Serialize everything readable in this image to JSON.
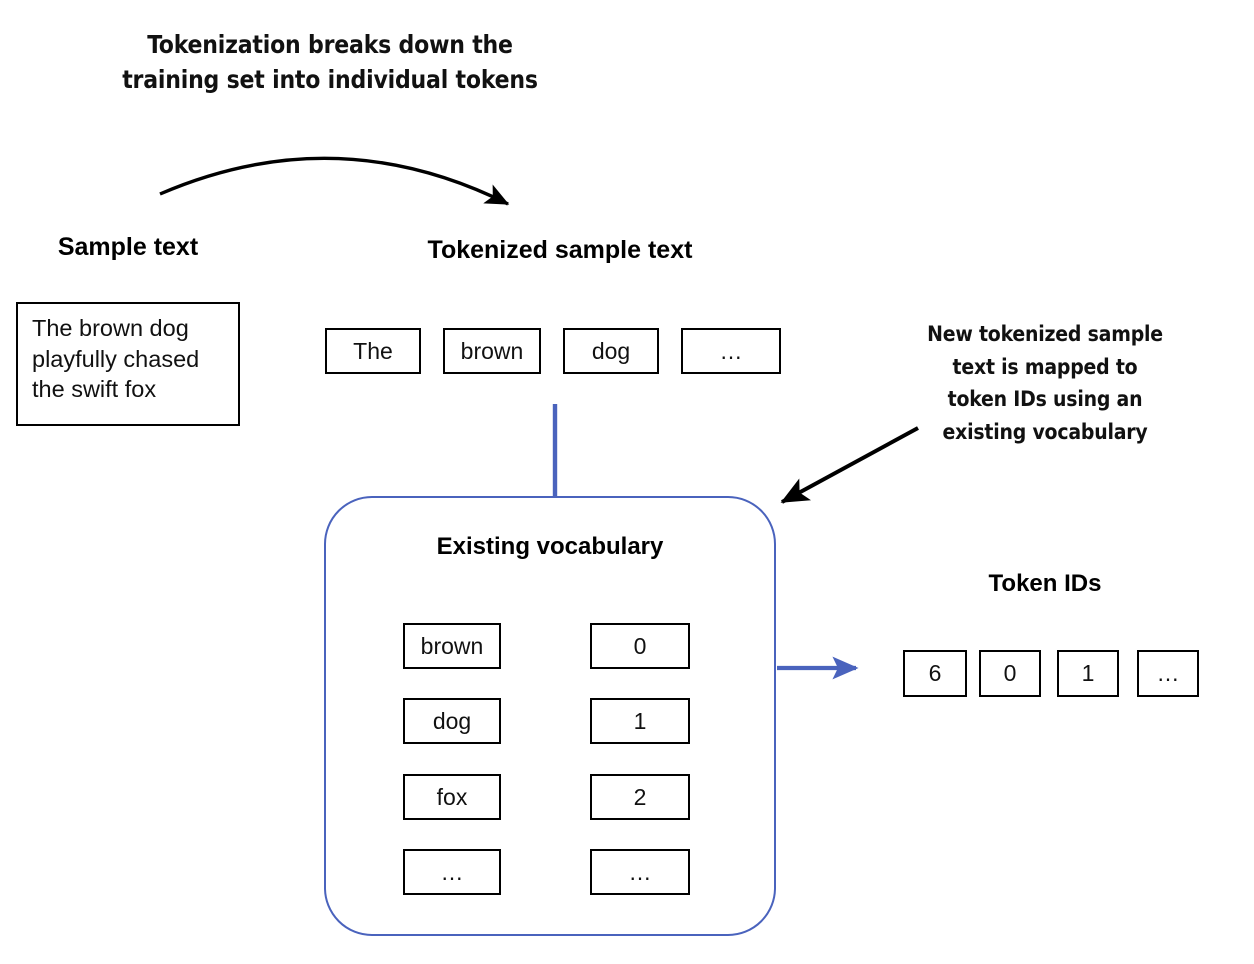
{
  "diagram": {
    "title": "Tokenization breaks down the\ntraining set into individual tokens",
    "right_annotation": "New tokenized sample\ntext is mapped to\ntoken IDs using an\nexisting vocabulary",
    "accent_blue": "#4a63bd",
    "line_black": "#000000"
  },
  "sample": {
    "heading": "Sample text",
    "text": "The brown dog\nplayfully chased\nthe swift fox"
  },
  "tokenized": {
    "heading": "Tokenized sample text",
    "tokens": [
      "The",
      "brown",
      "dog",
      "…"
    ]
  },
  "vocabulary": {
    "heading": "Existing vocabulary",
    "entries": [
      {
        "word": "brown",
        "id": "0"
      },
      {
        "word": "dog",
        "id": "1"
      },
      {
        "word": "fox",
        "id": "2"
      },
      {
        "word": "…",
        "id": "…"
      }
    ]
  },
  "token_ids": {
    "heading": "Token IDs",
    "values": [
      "6",
      "0",
      "1",
      "…"
    ]
  },
  "icons": {
    "curved_arrow": "curved-arrow-icon",
    "diagonal_arrow": "diagonal-arrow-icon",
    "blue_connector": "blue-connector-icon",
    "blue_output_arrow": "blue-output-arrow-icon",
    "map_arrow": "map-arrow-icon"
  }
}
